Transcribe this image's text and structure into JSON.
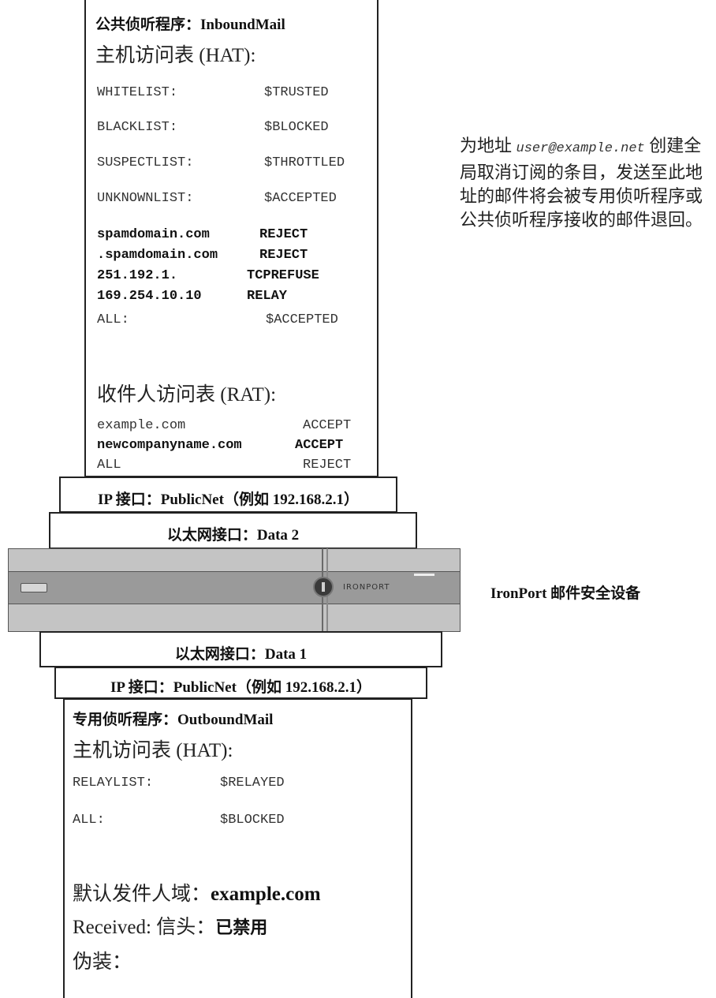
{
  "public_listener": {
    "title": "公共侦听程序：InboundMail",
    "hat_title": "主机访问表 (HAT):",
    "hat_rows": [
      {
        "key": "WHITELIST:",
        "value": "$TRUSTED"
      },
      {
        "key": "BLACKLIST:",
        "value": "$BLOCKED"
      },
      {
        "key": "SUSPECTLIST:",
        "value": "$THROTTLED"
      },
      {
        "key": "UNKNOWNLIST:",
        "value": "$ACCEPTED"
      }
    ],
    "hat_bold_rows": [
      {
        "key": "spamdomain.com",
        "value": "REJECT"
      },
      {
        "key": ".spamdomain.com",
        "value": "REJECT"
      },
      {
        "key": "251.192.1.",
        "value": "TCPREFUSE"
      },
      {
        "key": "169.254.10.10",
        "value": "RELAY"
      }
    ],
    "hat_all": {
      "key": "ALL:",
      "value": "$ACCEPTED"
    },
    "rat_title": "收件人访问表 (RAT):",
    "rat_rows": [
      {
        "key": "example.com",
        "value": "ACCEPT",
        "bold": false
      },
      {
        "key": "newcompanyname.com",
        "value": "ACCEPT",
        "bold": true
      },
      {
        "key": "ALL",
        "value": "REJECT",
        "bold": false
      }
    ]
  },
  "ip_interface_top": "IP 接口：PublicNet（例如 192.168.2.1）",
  "ethernet_top": "以太网接口：Data 2",
  "appliance": {
    "brand": "IRONPORT",
    "label": "IronPort 邮件安全设备"
  },
  "ethernet_bottom": "以太网接口：Data 1",
  "ip_interface_bottom": "IP 接口：PublicNet（例如 192.168.2.1）",
  "private_listener": {
    "title": "专用侦听程序：OutboundMail",
    "hat_title": "主机访问表 (HAT):",
    "hat_rows": [
      {
        "key": "RELAYLIST:",
        "value": "$RELAYED"
      },
      {
        "key": "ALL:",
        "value": "$BLOCKED"
      }
    ],
    "default_sender_label": "默认发件人域：",
    "default_sender_value": "example.com",
    "received_label": "Received: 信头：",
    "received_value": "已禁用",
    "masquerade_label": "伪装："
  },
  "note": {
    "prefix": "为地址",
    "address": "user@example.net",
    "text": "创建全局取消订阅的条目，发送至此地址的邮件将会被专用侦听程序或公共侦听程序接收的邮件退回。"
  }
}
